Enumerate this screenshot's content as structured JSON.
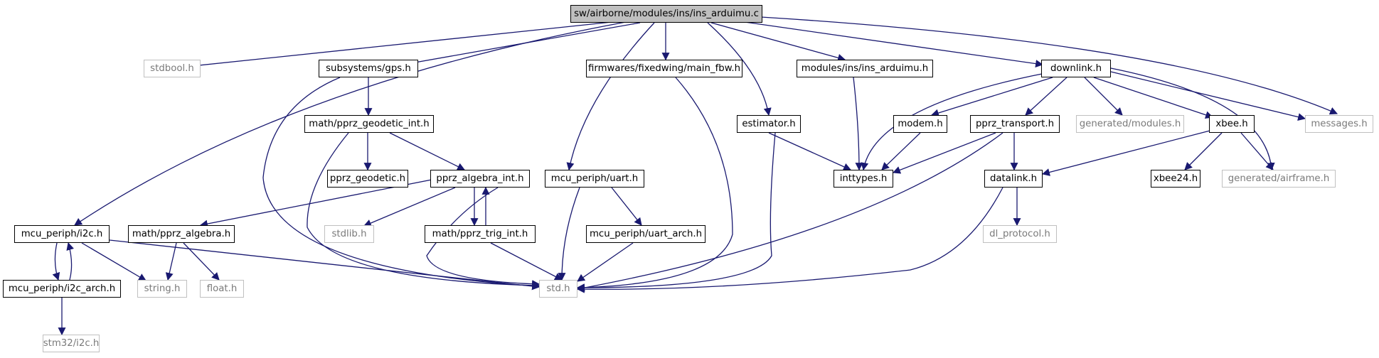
{
  "graph": {
    "colors": {
      "edge": "#191970",
      "node_border": "#000000",
      "external_border": "#c0c0c0",
      "root_fill": "#bfbfbf"
    },
    "nodes": {
      "ins_arduimu_c": "sw/airborne/modules/ins/ins_arduimu.c",
      "stdbool_h": "stdbool.h",
      "subsystems_gps_h": "subsystems/gps.h",
      "main_fbw_h": "firmwares/fixedwing/main_fbw.h",
      "ins_arduimu_h": "modules/ins/ins_arduimu.h",
      "downlink_h": "downlink.h",
      "messages_h": "messages.h",
      "pprz_geodetic_int_h": "math/pprz_geodetic_int.h",
      "estimator_h": "estimator.h",
      "modem_h": "modem.h",
      "pprz_transport_h": "pprz_transport.h",
      "generated_modules_h": "generated/modules.h",
      "xbee_h": "xbee.h",
      "pprz_geodetic_h": "pprz_geodetic.h",
      "pprz_algebra_int_h": "pprz_algebra_int.h",
      "mcu_uart_h": "mcu_periph/uart.h",
      "inttypes_h": "inttypes.h",
      "datalink_h": "datalink.h",
      "xbee24_h": "xbee24.h",
      "generated_airframe_h": "generated/airframe.h",
      "mcu_i2c_h": "mcu_periph/i2c.h",
      "pprz_algebra_h": "math/pprz_algebra.h",
      "stdlib_h": "stdlib.h",
      "pprz_trig_int_h": "math/pprz_trig_int.h",
      "uart_arch_h": "mcu_periph/uart_arch.h",
      "dl_protocol_h": "dl_protocol.h",
      "i2c_arch_h": "mcu_periph/i2c_arch.h",
      "string_h": "string.h",
      "float_h": "float.h",
      "std_h": "std.h",
      "stm32_i2c_h": "stm32/i2c.h"
    }
  }
}
